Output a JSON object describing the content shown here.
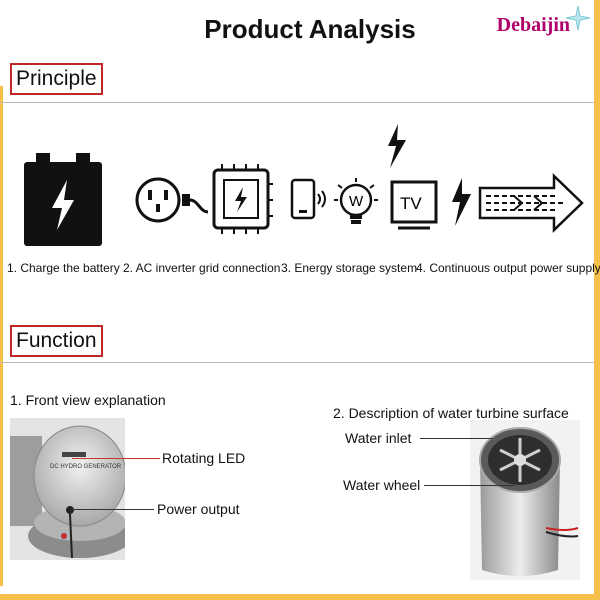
{
  "header": {
    "title": "Product Analysis",
    "brand": "Debaijin"
  },
  "principle": {
    "heading": "Principle",
    "steps": [
      {
        "label": "1. Charge the battery",
        "icon": "battery-icon"
      },
      {
        "label": "2. AC inverter grid connection",
        "icon": "inverter-plug-icon"
      },
      {
        "label": "3. Energy storage system",
        "icon": "phone-bulb-tv-icon"
      },
      {
        "label": "4. Continuous output power supply",
        "icon": "arrow-flow-icon"
      }
    ],
    "bulb_letter": "W",
    "tv_text": "TV"
  },
  "function": {
    "heading": "Function",
    "front": {
      "title": "1. Front view explanation",
      "callouts": {
        "led": "Rotating LED",
        "power": "Power output"
      },
      "plate_text": "DC HYDRO GENERATOR"
    },
    "turbine": {
      "title": "2. Description of water turbine surface",
      "callouts": {
        "inlet": "Water inlet",
        "wheel": "Water wheel"
      }
    }
  },
  "colors": {
    "accent": "#f5c04a",
    "heading_border": "#c02828",
    "brand": "#b0006a"
  }
}
